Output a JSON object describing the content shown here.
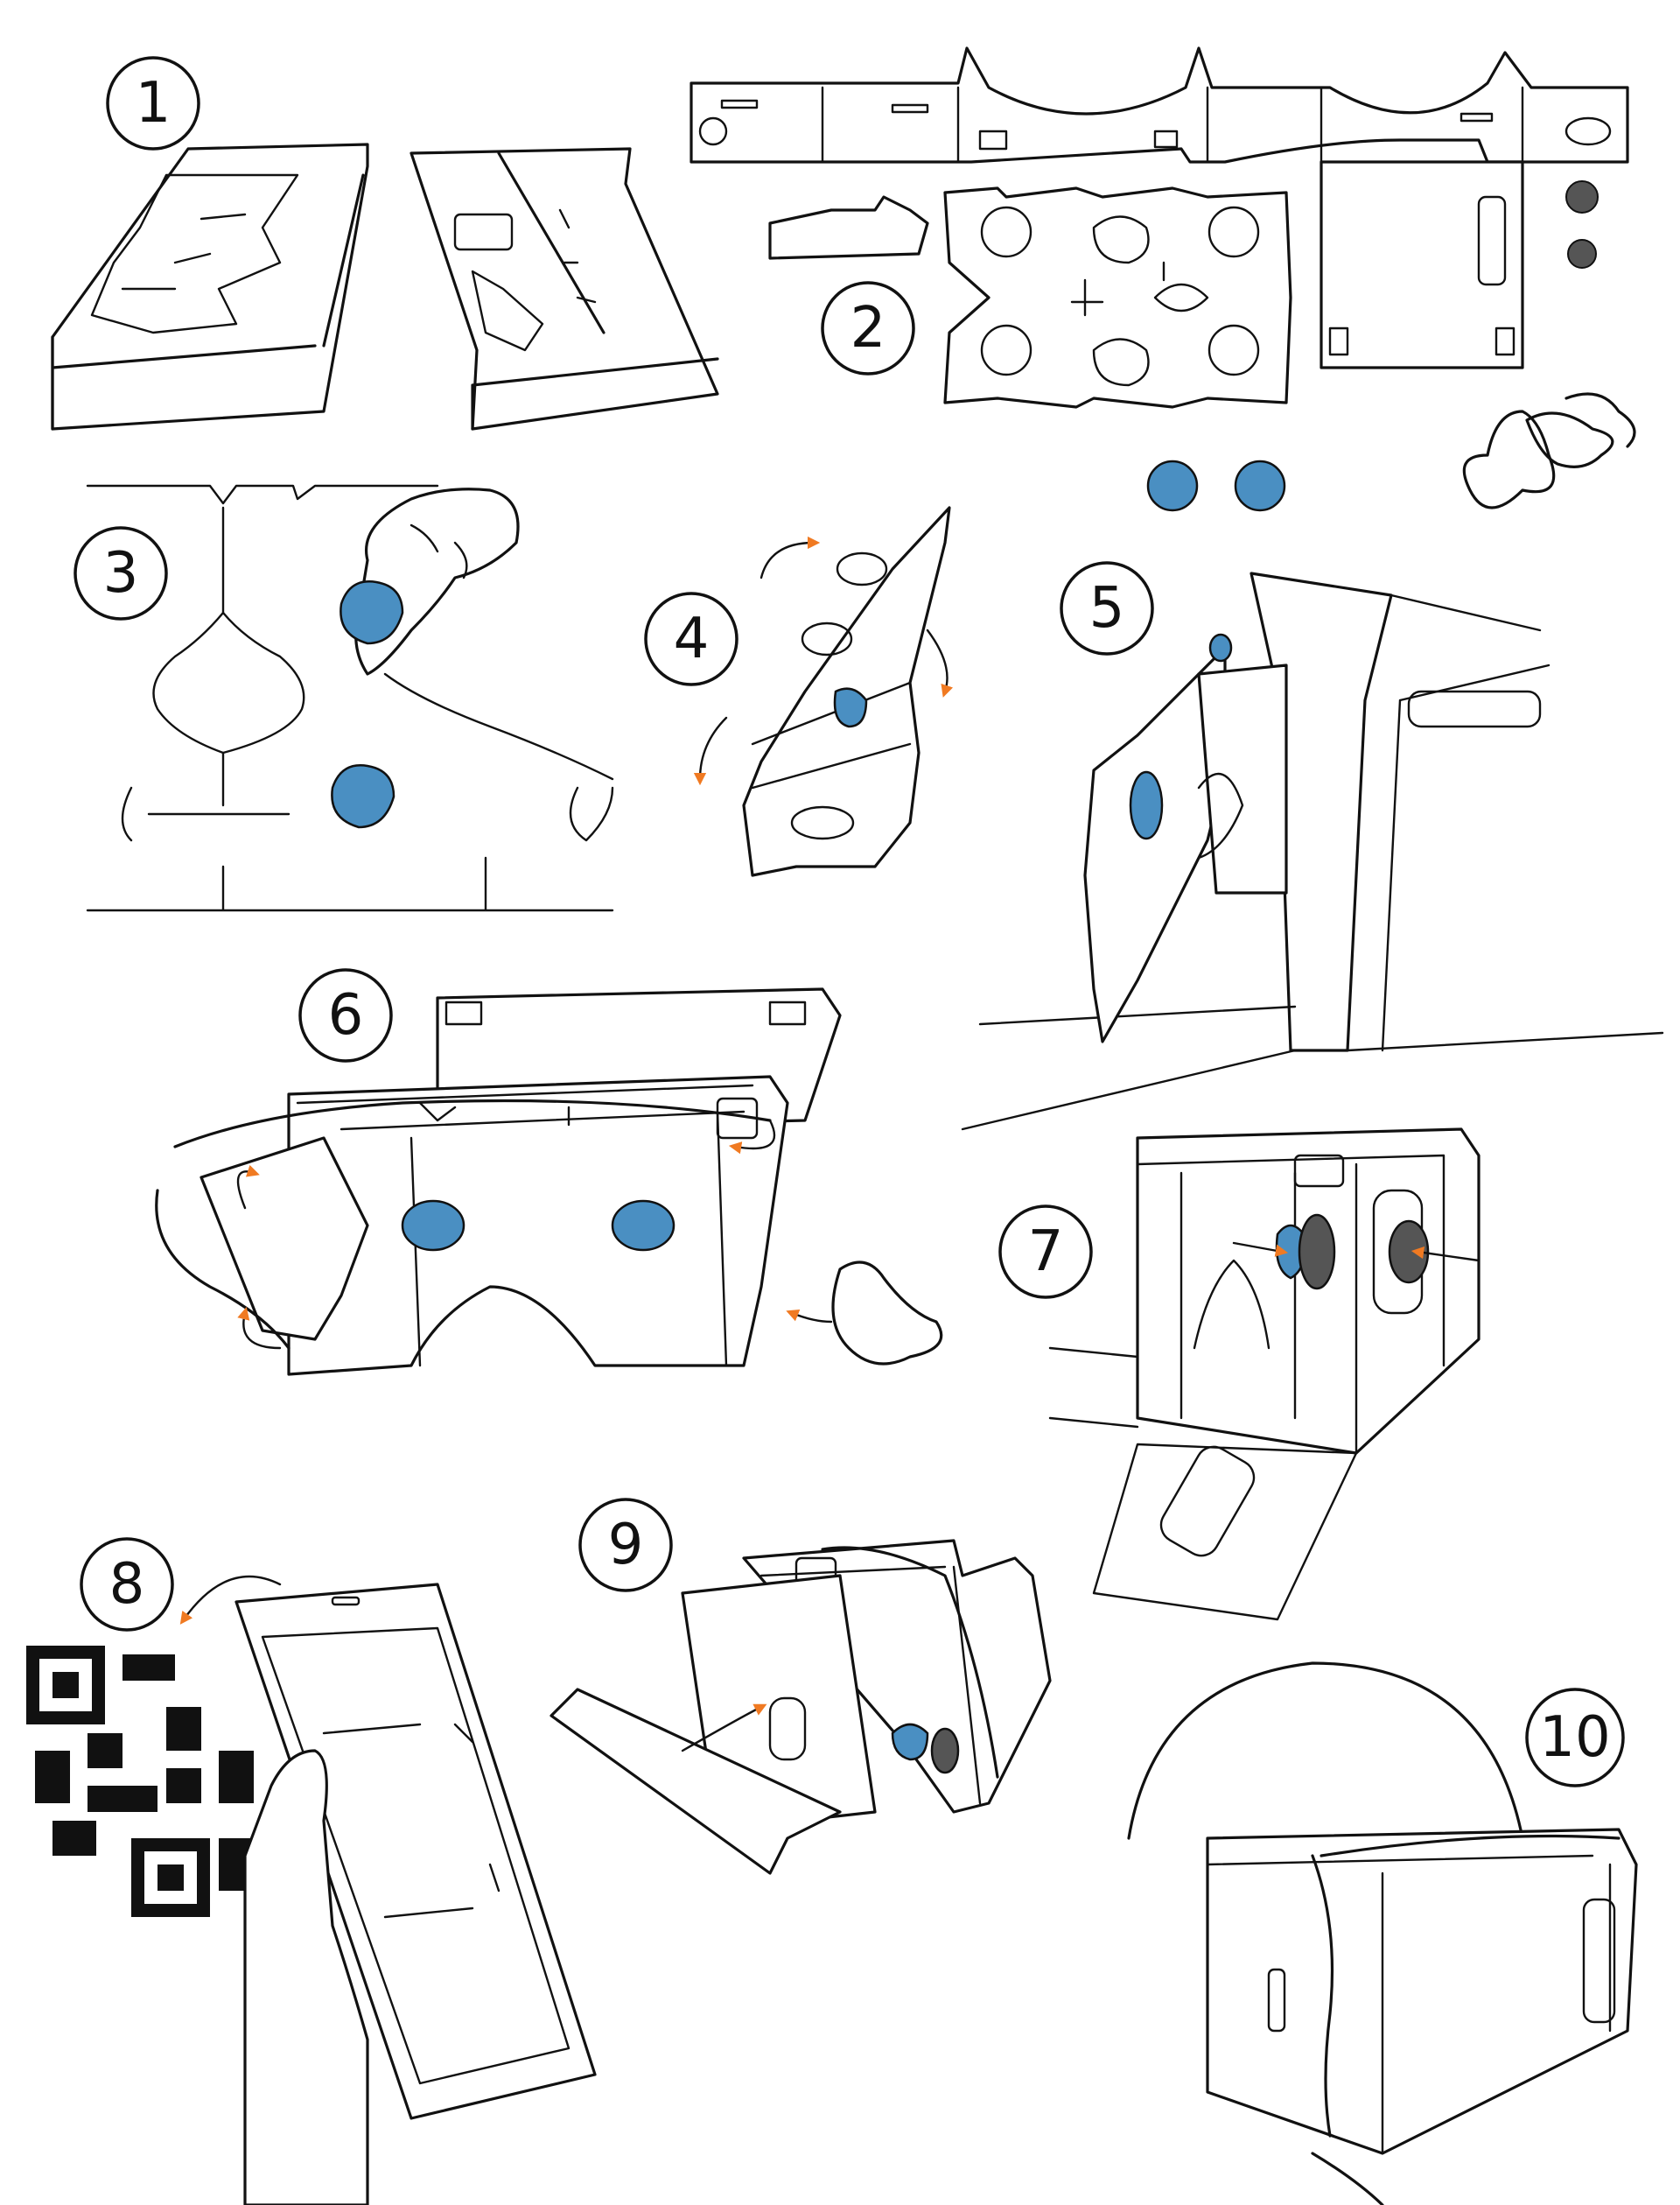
{
  "steps": [
    {
      "id": "1",
      "label": "1"
    },
    {
      "id": "2",
      "label": "2"
    },
    {
      "id": "3",
      "label": "3"
    },
    {
      "id": "4",
      "label": "4"
    },
    {
      "id": "5",
      "label": "5"
    },
    {
      "id": "6",
      "label": "6"
    },
    {
      "id": "7",
      "label": "7"
    },
    {
      "id": "8",
      "label": "8"
    },
    {
      "id": "9",
      "label": "9"
    },
    {
      "id": "10",
      "label": "10"
    }
  ],
  "colors": {
    "lens": "#4a8fc2",
    "arrow": "#f07a22",
    "ink": "#111111",
    "paper": "#ffffff",
    "magnet": "#555555"
  }
}
